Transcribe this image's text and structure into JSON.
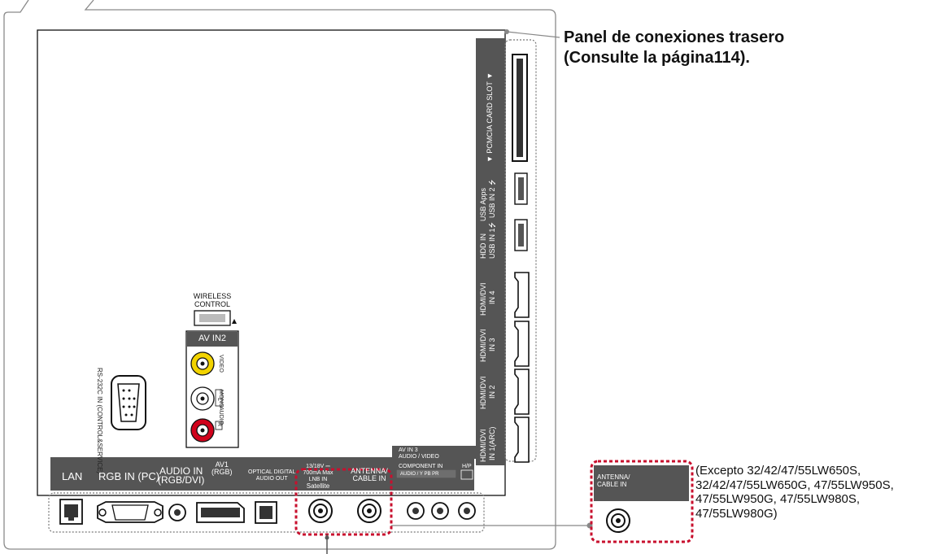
{
  "callout": {
    "line1": "Panel de conexiones trasero",
    "line2": "(Consulte la página114)."
  },
  "note": {
    "line1": "(Excepto 32/42/47/55LW650S,",
    "line2": "32/42/47/55LW650G, 47/55LW950S,",
    "line3": "47/55LW950G, 47/55LW980S,",
    "line4": "47/55LW980G)"
  },
  "side_panel": {
    "pcmcia": "▼ PCMCIA CARD SLOT ▼",
    "usb_apps": "USB Apps",
    "usb_in_2": "USB IN 2 ⭍",
    "hdd_in": "HDD IN",
    "usb_in_1": "USB IN 1⭍",
    "hdmi4_a": "HDMI/DVI",
    "hdmi4_b": "IN 4",
    "hdmi3_a": "HDMI/DVI",
    "hdmi3_b": "IN 3",
    "hdmi2_a": "HDMI/DVI",
    "hdmi2_b": "IN 2",
    "hdmi1_a": "HDMI/DVI",
    "hdmi1_b": "IN 1(ARC)"
  },
  "wireless": {
    "line1": "WIRELESS",
    "line2": "CONTROL"
  },
  "av_in2": {
    "title": "AV IN2",
    "video": "VIDEO",
    "mono": "MONO",
    "audio": "AUDIO",
    "l": "L",
    "r": "R"
  },
  "rs232c": "RS-232C IN (CONTROL&SERVICE)",
  "bottom_panel": {
    "lan": "LAN",
    "rgb_in_pc": "RGB IN (PC)",
    "audio_in_1": "AUDIO IN",
    "audio_in_2": "(RGB/DVI)",
    "av1_1": "AV1",
    "av1_2": "(RGB)",
    "optical_1": "OPTICAL DIGITAL",
    "optical_2": "AUDIO OUT",
    "sat_1": "13/18V ⎓",
    "sat_2": "700mA Max",
    "sat_3": "LNB IN",
    "sat_4": "Satellite",
    "ant_1": "ANTENNA/",
    "ant_2": "CABLE IN",
    "av_in3_1": "AV IN 3",
    "av_in3_2": "AUDIO / VIDEO",
    "component": "COMPONENT IN",
    "comp_sub": "AUDIO / Y  PB  PR",
    "hp": "H/P"
  },
  "detail": {
    "ant_1": "ANTENNA/",
    "ant_2": "CABLE IN"
  },
  "colors": {
    "panel_dark": "#555555",
    "outline": "#888888",
    "highlight": "#c8102e",
    "video_jack": "#f2d300",
    "audio_r_jack": "#d0021b"
  }
}
